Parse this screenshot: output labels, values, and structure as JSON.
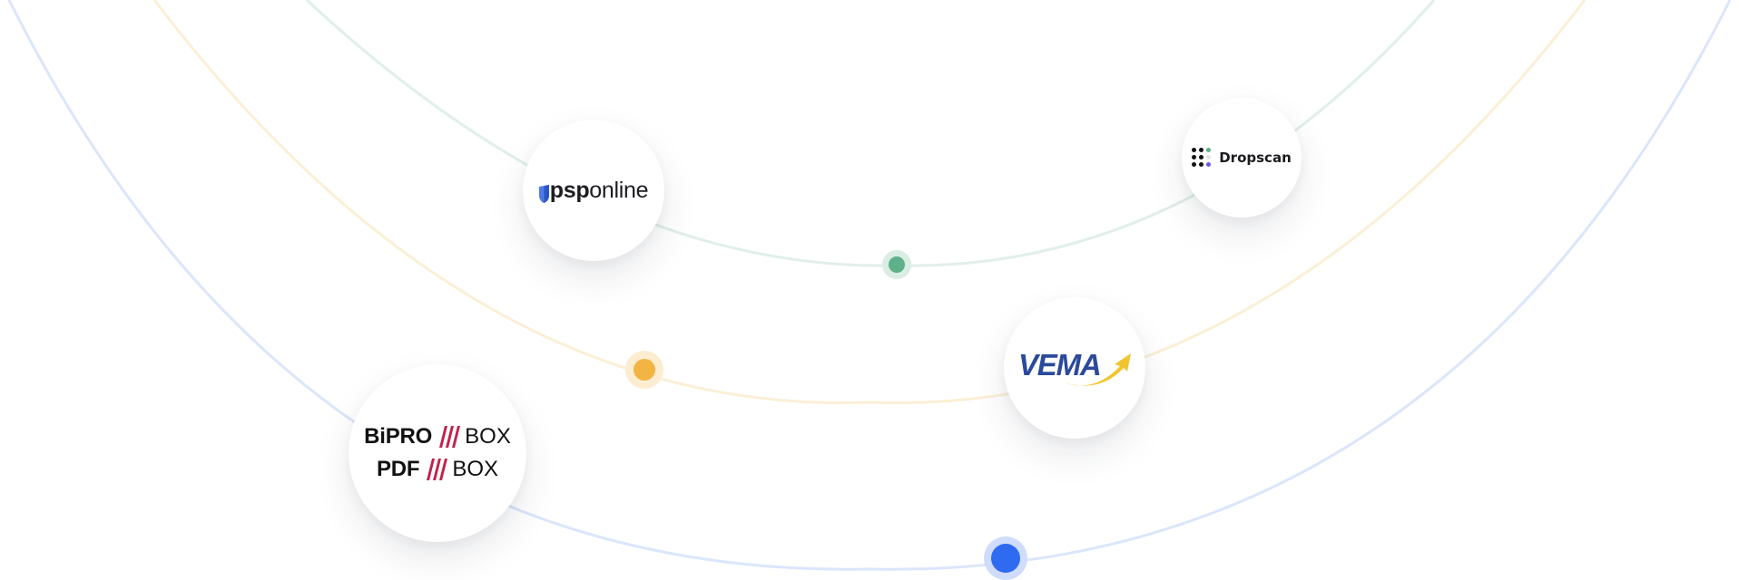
{
  "logos": {
    "psp": {
      "bold": "psp",
      "light": "online"
    },
    "dropscan": {
      "name": "Dropscan"
    },
    "vema": {
      "name": "VEMA"
    },
    "bipro_box": {
      "line1_brand": "BiPRO",
      "line2_brand": "PDF",
      "suffix": "BOX"
    }
  },
  "colors": {
    "orbit_inner": "#5db08a",
    "orbit_middle": "#f2b544",
    "orbit_outer": "#2f6bf0",
    "bipro_slash": "#c2224a",
    "vema_blue": "#2b4a9b",
    "vema_yellow": "#f1c530"
  },
  "icons": [
    "shield-icon",
    "dot-grid-icon",
    "swoosh-icon",
    "slash-mark-icon"
  ]
}
